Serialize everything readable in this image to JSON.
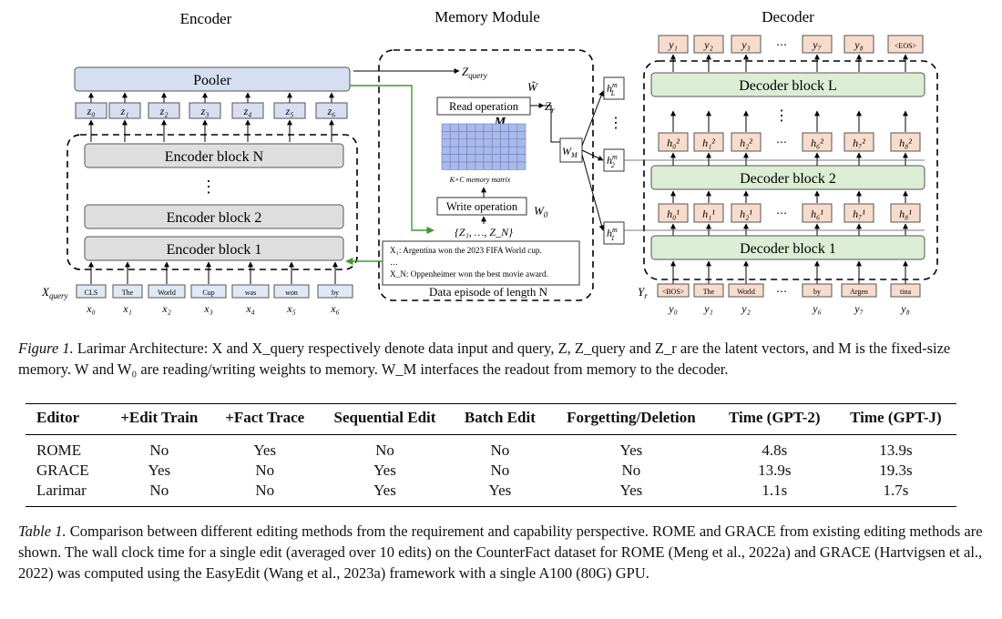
{
  "figure": {
    "titles": {
      "encoder": "Encoder",
      "memory": "Memory Module",
      "decoder": "Decoder"
    },
    "encoder": {
      "pooler": "Pooler",
      "z_labels": [
        "z₀",
        "z₁",
        "z₂",
        "z₃",
        "z₄",
        "z₅",
        "z₆"
      ],
      "block_n": "Encoder block N",
      "block_2": "Encoder block 2",
      "block_1": "Encoder block 1",
      "dots": "⋮",
      "xquery": "X",
      "xquery_sub": "query",
      "tokens": [
        "CLS",
        "The",
        "World",
        "Cup",
        "was",
        "won",
        "by"
      ],
      "x_labels": [
        "x₀",
        "x₁",
        "x₂",
        "x₃",
        "x₄",
        "x₅",
        "x₆"
      ]
    },
    "memory": {
      "zquery": "Z",
      "zquery_sub": "query",
      "w_tilde": "W̃",
      "read_op": "Read operation",
      "zr": "Z",
      "zr_sub": "r",
      "m": "M",
      "matrix_caption": "K×C memory matrix",
      "write_op": "Write operation",
      "w0": "W",
      "w0_sub": "0",
      "zset": "{Z₁, …, Z_N}",
      "x1_line": "X₁: Argentina won the 2023 FIFA World cup.",
      "ellipsis": "…",
      "xn_line": "X_N: Oppenheimer won the best movie award.",
      "episode": "Data episode of length N",
      "wm": "W",
      "wm_sub": "M",
      "h_top": "h",
      "h_top_sup": "m",
      "h_top_sub": "L",
      "h_mid": "h",
      "h_mid_sup": "m",
      "h_mid_sub": "2",
      "h_bot": "h",
      "h_bot_sup": "m",
      "h_bot_sub": "1"
    },
    "decoder": {
      "y_outputs": [
        "y₁",
        "y₂",
        "y₃",
        "y₇",
        "y₈",
        "<EOS>"
      ],
      "block_l": "Decoder block L",
      "block_2": "Decoder block 2",
      "block_1": "Decoder block 1",
      "h2": [
        "h₀²",
        "h₁²",
        "h₂²",
        "h₆²",
        "h₇²",
        "h₈²"
      ],
      "h1": [
        "h₀¹",
        "h₁¹",
        "h₂¹",
        "h₆¹",
        "h₇¹",
        "h₈¹"
      ],
      "yr": "Y",
      "yr_sub": "r",
      "tokens": [
        "<BOS>",
        "The",
        "World",
        "by",
        "Argen",
        "tina"
      ],
      "y_labels": [
        "y₀",
        "y₁",
        "y₂",
        "y₆",
        "y₇",
        "y₈"
      ],
      "dots": "⋯"
    }
  },
  "figure_caption": {
    "label": "Figure 1.",
    "text": " Larimar Architecture: X and X_query respectively denote data input and query, Z, Z_query and Z_r are the latent vectors, and M is the fixed-size memory. W and W₀ are reading/writing weights to memory. W_M interfaces the readout from memory to the decoder."
  },
  "table": {
    "headers": [
      "Editor",
      "+Edit Train",
      "+Fact Trace",
      "Sequential Edit",
      "Batch Edit",
      "Forgetting/Deletion",
      "Time (GPT-2)",
      "Time (GPT-J)"
    ],
    "rows": [
      [
        "ROME",
        "No",
        "Yes",
        "No",
        "No",
        "Yes",
        "4.8s",
        "13.9s"
      ],
      [
        "GRACE",
        "Yes",
        "No",
        "Yes",
        "No",
        "No",
        "13.9s",
        "19.3s"
      ],
      [
        "Larimar",
        "No",
        "No",
        "Yes",
        "Yes",
        "Yes",
        "1.1s",
        "1.7s"
      ]
    ]
  },
  "table_caption": {
    "label": "Table 1.",
    "text": " Comparison between different editing methods from the requirement and capability perspective. ROME and GRACE from existing editing methods are shown. The wall clock time for a single edit (averaged over 10 edits) on the CounterFact dataset for ROME (Meng et al., 2022a) and GRACE (Hartvigsen et al., 2022) was computed using the EasyEdit (Wang et al., 2023a) framework with a single A100 (80G) GPU."
  },
  "colors": {
    "pooler_fill": "#d5dff0",
    "encoder_block_fill": "#dedede",
    "decoder_block_fill": "#dbedd3",
    "token_fill": "#dfe9f6",
    "dec_token_fill": "#f8dccb",
    "grid_fill": "#a9b9e8",
    "feedback_arrow": "#3f9b2e"
  }
}
